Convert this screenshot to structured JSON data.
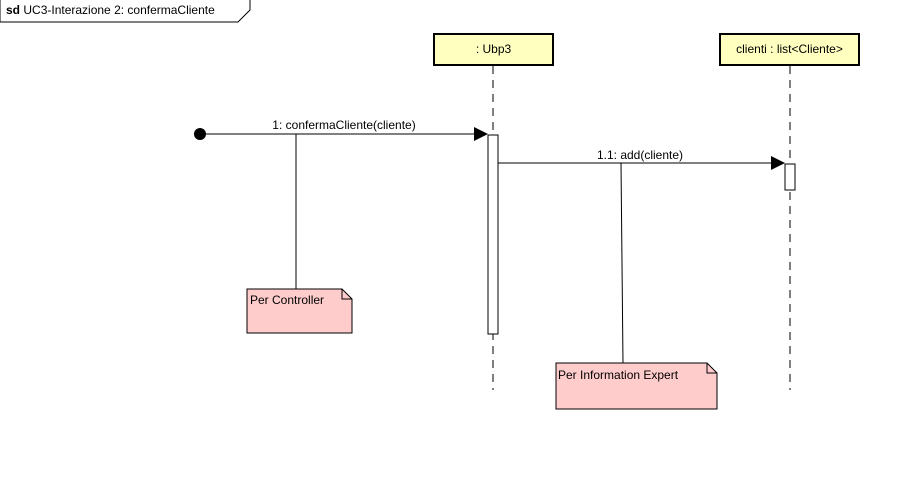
{
  "frame": {
    "keyword": "sd",
    "title": "UC3-Interazione 2: confermaCliente"
  },
  "lifelines": [
    {
      "label": ": Ubp3"
    },
    {
      "label": "clienti : list<Cliente>"
    }
  ],
  "messages": [
    {
      "label": "1: confermaCliente(cliente)"
    },
    {
      "label": "1.1: add(cliente)"
    }
  ],
  "notes": [
    {
      "text": "Per Controller"
    },
    {
      "text": "Per Information Expert"
    }
  ],
  "colors": {
    "lifeline_fill": "#ffffc0",
    "note_fill": "#ffcccc",
    "line": "#000000",
    "background": "#ffffff"
  }
}
